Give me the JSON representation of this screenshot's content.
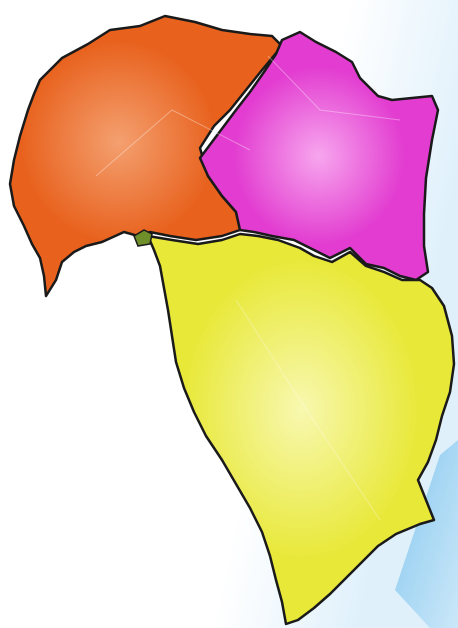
{
  "map": {
    "regions": [
      {
        "id": "orange",
        "color": "#e8621e",
        "highlight": "#f4a070"
      },
      {
        "id": "magenta",
        "color": "#e23cd0",
        "highlight": "#f7a6ee"
      },
      {
        "id": "yellow",
        "color": "#e8e838",
        "highlight": "#f8f8b0"
      }
    ],
    "background": "#ffffff",
    "backdrop_color": "#dff0fb",
    "beam_color": "#7cc4ee",
    "outline_color": "#1a1a1a"
  }
}
